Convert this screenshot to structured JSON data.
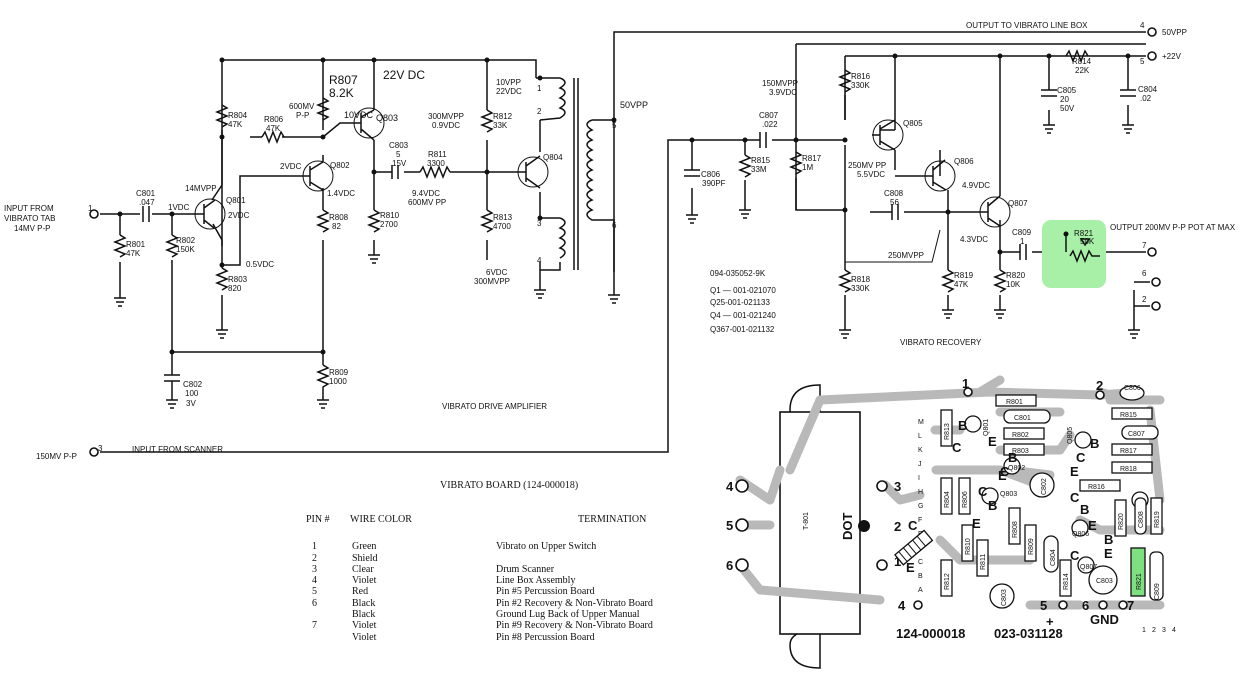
{
  "schematic": {
    "title_amp": "VIBRATO DRIVE AMPLIFIER",
    "title_recovery": "VIBRATO RECOVERY",
    "supply": "22V DC",
    "output_line_box": "OUTPUT TO VIBRATO LINE BOX",
    "output_line_box_level": "50VPP",
    "supply_pin_level": "+22V",
    "output_pot": "OUTPUT 200MV P-P POT AT MAX",
    "input_tab": [
      "INPUT FROM",
      "VIBRATO TAB",
      "14MV P-P"
    ],
    "input_scanner": "INPUT FROM SCANNER",
    "scanner_level": "150MV P-P",
    "pins": [
      "1",
      "2",
      "3",
      "4",
      "5",
      "6",
      "7"
    ],
    "labels": {
      "r801": [
        "R801",
        "47K"
      ],
      "c801": [
        "C801",
        ".047"
      ],
      "r802": [
        "R802",
        "150K"
      ],
      "c802": [
        "C802",
        "100",
        "3V"
      ],
      "r803": [
        "R803",
        "820"
      ],
      "r804": [
        "R804",
        "47K"
      ],
      "r806": [
        "R806",
        "47K"
      ],
      "r807": [
        "R807",
        "8.2K"
      ],
      "r808": [
        "R808",
        "82"
      ],
      "r809": [
        "R809",
        "1000"
      ],
      "r810": [
        "R810",
        "2700"
      ],
      "c803": [
        "C803",
        "5",
        "15V"
      ],
      "r811": [
        "R811",
        "3300"
      ],
      "r812": [
        "R812",
        "33K"
      ],
      "r813": [
        "R813",
        "4700"
      ],
      "q801": "Q801",
      "q802": "Q802",
      "q803": "Q803",
      "q804": "Q804",
      "q805": "Q805",
      "q806": "Q806",
      "q807": "Q807",
      "r816": [
        "R816",
        "330K"
      ],
      "r814": [
        "R814",
        "22K"
      ],
      "c805": [
        "C805",
        "20",
        "50V"
      ],
      "c804": [
        "C804",
        ".02"
      ],
      "c807": [
        "C807",
        ".022"
      ],
      "c806": [
        "C806",
        "390PF"
      ],
      "r815": [
        "R815",
        "33M"
      ],
      "r817": [
        "R817",
        "1M"
      ],
      "c808": [
        "C808",
        "56"
      ],
      "c809": [
        "C809",
        "1"
      ],
      "r821": [
        "R821",
        "50K"
      ],
      "r818": [
        "R818",
        "330K"
      ],
      "r819": [
        "R819",
        "47K"
      ],
      "r820": [
        "R820",
        "10K"
      ],
      "v_14mvpp": "14MVPP",
      "v_1vdc": "1VDC",
      "v_2vdc_a": "2VDC",
      "v_2vdc_b": "2VDC",
      "v_05vdc": "0.5VDC",
      "v_600mv": [
        "600MV",
        "P-P"
      ],
      "v_10vdc": "10VDC",
      "v_14vdc": "1.4VDC",
      "v_94vdc": [
        "9.4VDC",
        "600MV PP"
      ],
      "v_300mvpp": [
        "300MVPP",
        "0.9VDC"
      ],
      "v_10vpp": [
        "10VPP",
        "22VDC"
      ],
      "v_50vpp": "50VPP",
      "v_6vdc": [
        "6VDC",
        "300MVPP"
      ],
      "v_150mvpp": [
        "150MVPP",
        "3.9VDC"
      ],
      "v_250mvpp_a": [
        "250MV PP",
        "5.5VDC"
      ],
      "v_49vdc": "4.9VDC",
      "v_43vdc": "4.3VDC",
      "v_250mvpp_b": "250MVPP"
    },
    "parts_list": [
      "094-035052-9K",
      "Q1 — 001-021070",
      "Q25-001-021133",
      "Q4 — 001-021240",
      "Q367-001-021132"
    ]
  },
  "board_title": "VIBRATO BOARD (124-000018)",
  "pin_table": {
    "headers": [
      "PIN #",
      "WIRE COLOR",
      "TERMINATION"
    ],
    "rows": [
      [
        "1",
        "Green",
        "Vibrato on Upper Switch"
      ],
      [
        "2",
        "Shield",
        ""
      ],
      [
        "3",
        "Clear",
        "Drum Scanner"
      ],
      [
        "4",
        "Violet",
        "Line Box Assembly"
      ],
      [
        "5",
        "Red",
        "Pin #5 Percussion Board"
      ],
      [
        "6",
        "Black",
        "Pin #2 Recovery & Non-Vibrato Board"
      ],
      [
        "",
        "Black",
        "Ground Lug Back of Upper Manual"
      ],
      [
        "7",
        "Violet",
        "Pin #9 Recovery & Non-Vibrato Board"
      ],
      [
        "",
        "Violet",
        "Pin #8 Percussion Board"
      ]
    ]
  },
  "pcb": {
    "part_no": "124-000018",
    "part_no_2": "023-031128",
    "transformer": "T-801",
    "dot": "DOT",
    "gnd": "GND",
    "plus": "+",
    "pin_labels": [
      "1",
      "2",
      "3",
      "4",
      "5",
      "6",
      "7"
    ],
    "components": [
      "R801",
      "C801",
      "R802",
      "R803",
      "Q801",
      "Q802",
      "Q803",
      "R813",
      "R806",
      "R804",
      "R808",
      "R809",
      "R810",
      "R811",
      "R812",
      "C802",
      "C803",
      "C804",
      "R815",
      "C807",
      "R817",
      "R818",
      "R816",
      "Q805",
      "C805",
      "C808",
      "R820",
      "Q806",
      "Q807",
      "R819",
      "R814",
      "C806",
      "R821",
      "C809"
    ],
    "letters": [
      "M",
      "L",
      "K",
      "J",
      "I",
      "H",
      "G",
      "F",
      "E",
      "D",
      "C",
      "B",
      "A"
    ],
    "nums": [
      "1",
      "2",
      "3",
      "4"
    ],
    "highlight_color": "#7fe07f"
  }
}
